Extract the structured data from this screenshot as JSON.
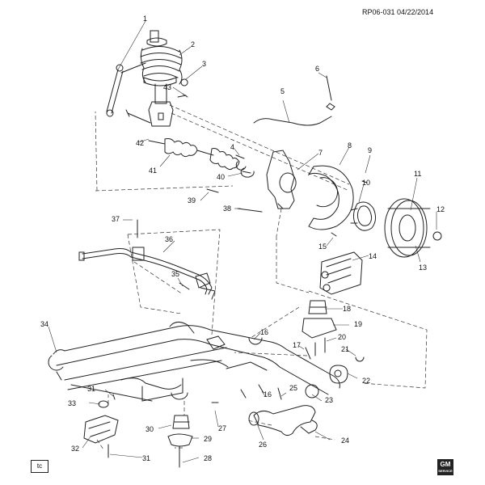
{
  "header": {
    "reference": "RP06-031  04/22/2014"
  },
  "callouts": [
    "1",
    "2",
    "3",
    "4",
    "5",
    "6",
    "7",
    "8",
    "9",
    "10",
    "11",
    "12",
    "13",
    "14",
    "15",
    "16",
    "16",
    "17",
    "18",
    "19",
    "20",
    "21",
    "22",
    "23",
    "24",
    "25",
    "26",
    "27",
    "28",
    "29",
    "30",
    "31",
    "31",
    "32",
    "33",
    "34",
    "35",
    "36",
    "37",
    "38",
    "39",
    "40",
    "41",
    "42",
    "43"
  ],
  "footer": {
    "tc_label": "tc",
    "brand": "GM",
    "brand_sub": "SERVICE"
  }
}
